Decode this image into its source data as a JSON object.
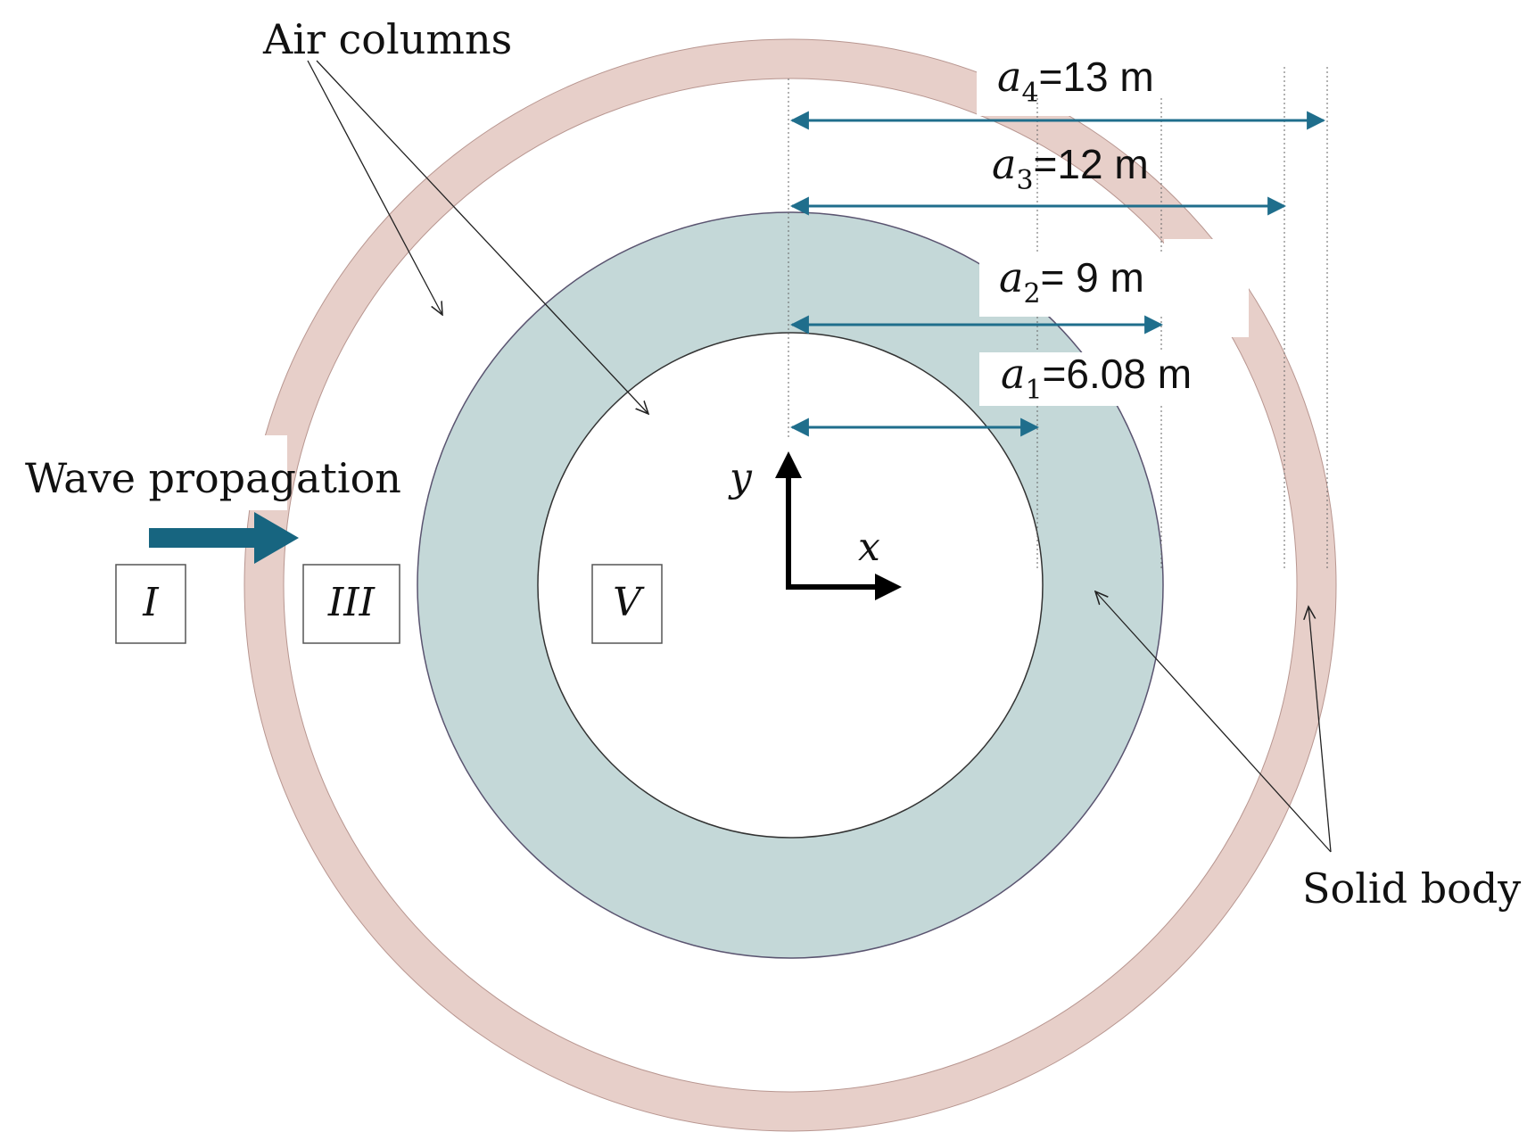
{
  "colors": {
    "solid_ring": "#e7cfc9",
    "solid_ring_stroke": "#8a6a64",
    "inner_ring": "#c4d8d8",
    "inner_ring_stroke": "#5a5470",
    "dimension_arrow": "#1f6e8c",
    "wave_arrow": "#176580",
    "axes": "#000000"
  },
  "labels": {
    "air_columns": "Air columns",
    "wave_propagation": "Wave propagation",
    "solid_body": "Solid body"
  },
  "dimensions": [
    {
      "symbol": "a",
      "subscript": "4",
      "value_text": "=13 m"
    },
    {
      "symbol": "a",
      "subscript": "3",
      "value_text": "=12 m"
    },
    {
      "symbol": "a",
      "subscript": "2",
      "value_text": "= 9 m"
    },
    {
      "symbol": "a",
      "subscript": "1",
      "value_text": "=6.08 m"
    }
  ],
  "regions": [
    "I",
    "III",
    "V"
  ],
  "axes": {
    "x": "x",
    "y": "y"
  },
  "icons": {
    "wave_arrow": "right-arrow-icon",
    "axes": "xy-axes-icon"
  }
}
